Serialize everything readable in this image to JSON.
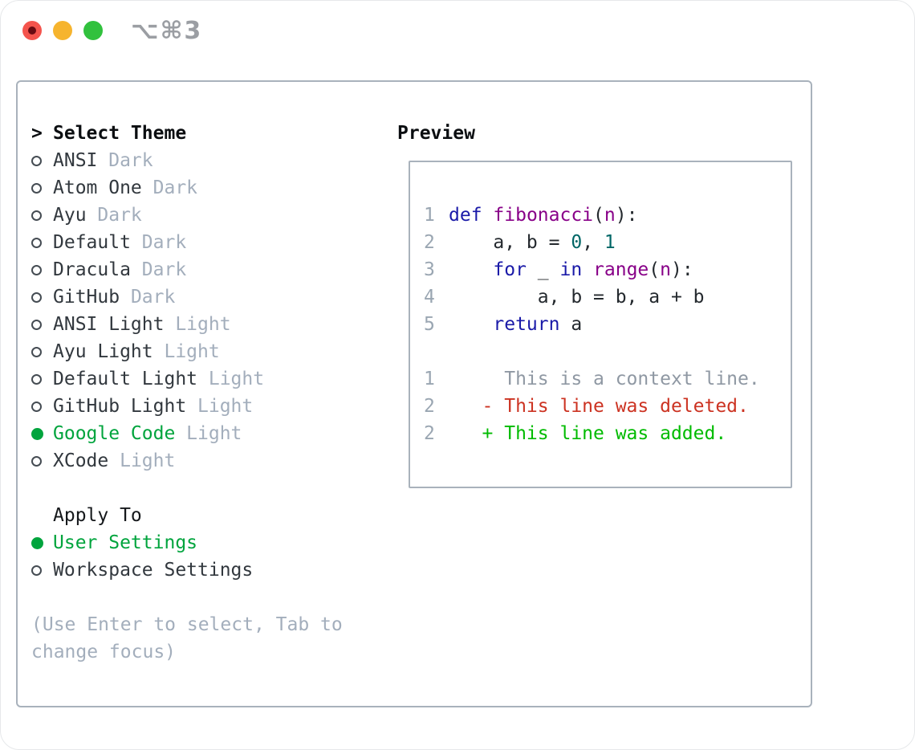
{
  "titlebar": {
    "title": "⌥⌘3"
  },
  "colors": {
    "accent_green": "#00a43d",
    "diff_red": "#cc3322",
    "diff_green": "#00bb00",
    "keyword": "#1a1aa8",
    "function": "#880088",
    "number": "#006666",
    "plain": "#24292e",
    "muted": "#a3aebc",
    "context_gray": "#8f98a3",
    "line_number": "#9aa6b2",
    "text_dark": "#32383e",
    "border_gray": "#a9b2bc",
    "title_gray": "#9b9ea3",
    "traffic_red": "#f4544d",
    "traffic_red_dot": "#690b12",
    "traffic_yellow": "#f6b42e",
    "traffic_green": "#31c13d"
  },
  "left": {
    "header": {
      "prefix": ">",
      "label": "Select Theme"
    },
    "themes": [
      {
        "name": "ANSI",
        "variant": "Dark",
        "selected": false
      },
      {
        "name": "Atom One",
        "variant": "Dark",
        "selected": false
      },
      {
        "name": "Ayu",
        "variant": "Dark",
        "selected": false
      },
      {
        "name": "Default",
        "variant": "Dark",
        "selected": false
      },
      {
        "name": "Dracula",
        "variant": "Dark",
        "selected": false
      },
      {
        "name": "GitHub",
        "variant": "Dark",
        "selected": false
      },
      {
        "name": "ANSI Light",
        "variant": "Light",
        "selected": false
      },
      {
        "name": "Ayu Light",
        "variant": "Light",
        "selected": false
      },
      {
        "name": "Default Light",
        "variant": "Light",
        "selected": false
      },
      {
        "name": "GitHub Light",
        "variant": "Light",
        "selected": false
      },
      {
        "name": "Google Code",
        "variant": "Light",
        "selected": true
      },
      {
        "name": "XCode",
        "variant": "Light",
        "selected": false
      }
    ],
    "apply_header": "Apply To",
    "apply_options": [
      {
        "name": "User Settings",
        "selected": true
      },
      {
        "name": "Workspace Settings",
        "selected": false
      }
    ],
    "hint": "(Use Enter to select, Tab to change focus)"
  },
  "preview": {
    "header": "Preview",
    "code_lines": [
      {
        "num": "1",
        "tokens": [
          {
            "t": "def",
            "c": "kw"
          },
          {
            "t": " ",
            "c": "pl"
          },
          {
            "t": "fibonacci",
            "c": "fn"
          },
          {
            "t": "(",
            "c": "pl"
          },
          {
            "t": "n",
            "c": "fn"
          },
          {
            "t": "):",
            "c": "pl"
          }
        ]
      },
      {
        "num": "2",
        "tokens": [
          {
            "t": "    a, b = ",
            "c": "pl"
          },
          {
            "t": "0",
            "c": "num"
          },
          {
            "t": ", ",
            "c": "pl"
          },
          {
            "t": "1",
            "c": "num"
          }
        ]
      },
      {
        "num": "3",
        "tokens": [
          {
            "t": "    ",
            "c": "pl"
          },
          {
            "t": "for",
            "c": "kw"
          },
          {
            "t": " _ ",
            "c": "pl"
          },
          {
            "t": "in",
            "c": "kw"
          },
          {
            "t": " ",
            "c": "pl"
          },
          {
            "t": "range",
            "c": "fn"
          },
          {
            "t": "(",
            "c": "pl"
          },
          {
            "t": "n",
            "c": "fn"
          },
          {
            "t": "):",
            "c": "pl"
          }
        ]
      },
      {
        "num": "4",
        "tokens": [
          {
            "t": "        a, b = b, a + b",
            "c": "pl"
          }
        ]
      },
      {
        "num": "5",
        "tokens": [
          {
            "t": "    ",
            "c": "pl"
          },
          {
            "t": "return",
            "c": "kw"
          },
          {
            "t": " a",
            "c": "pl"
          }
        ]
      }
    ],
    "diff_lines": [
      {
        "num": "1",
        "text": "     This is a context line.",
        "type": "context"
      },
      {
        "num": "2",
        "text": "   - This line was deleted.",
        "type": "deleted"
      },
      {
        "num": "2",
        "text": "   + This line was added.",
        "type": "added"
      }
    ]
  }
}
